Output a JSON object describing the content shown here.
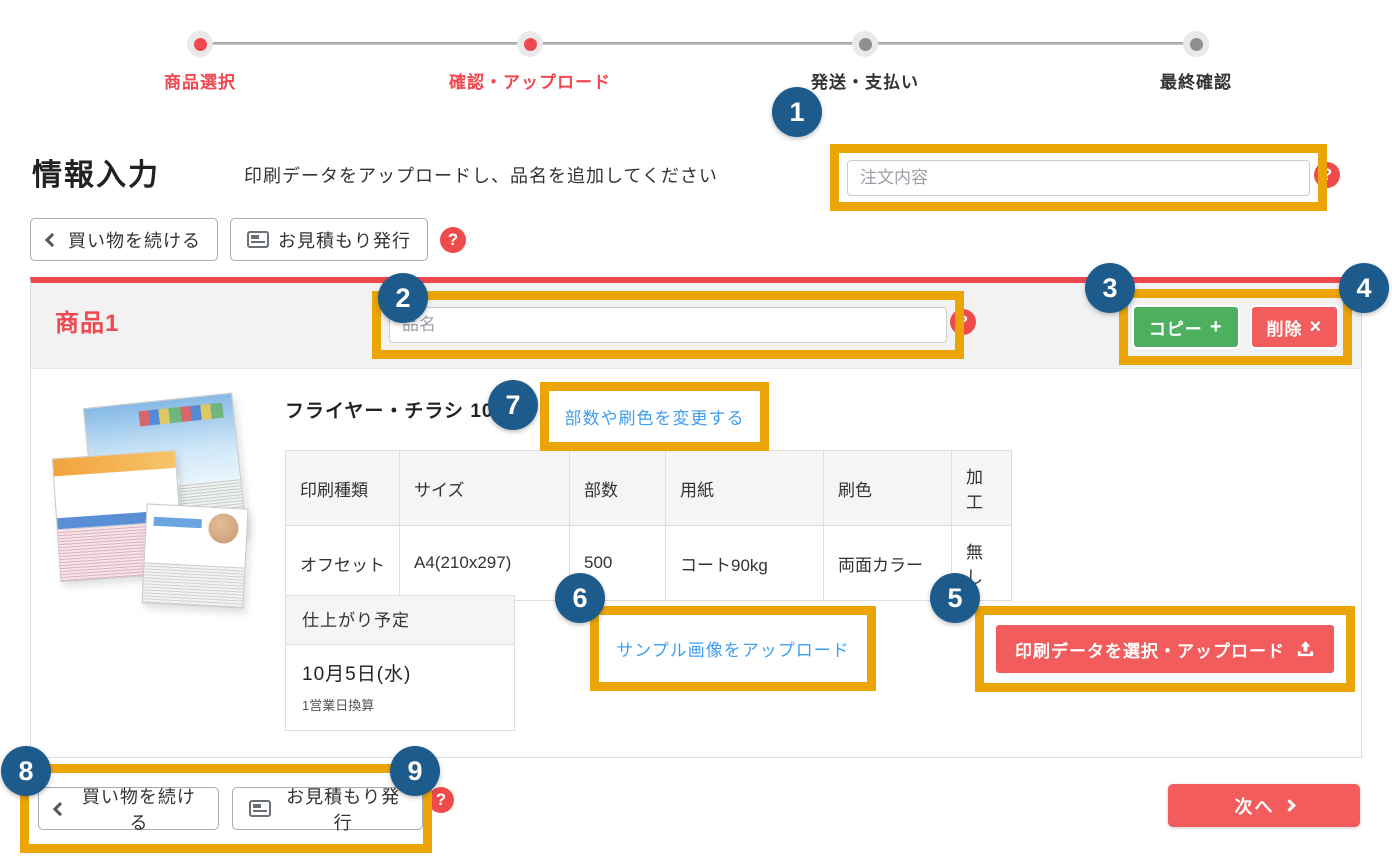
{
  "stepper": {
    "steps": [
      {
        "label": "商品選択",
        "state": "active"
      },
      {
        "label": "確認・アップロード",
        "state": "active"
      },
      {
        "label": "発送・支払い",
        "state": "inactive"
      },
      {
        "label": "最終確認",
        "state": "inactive"
      }
    ]
  },
  "header": {
    "title": "情報入力",
    "instruction": "印刷データをアップロードし、品名を追加してください",
    "order_placeholder": "注文内容"
  },
  "toolbar_top": {
    "continue_label": "買い物を続ける",
    "estimate_label": "お見積もり発行"
  },
  "product": {
    "section_title": "商品1",
    "name_placeholder": "品名",
    "copy_label": "コピー",
    "delete_label": "削除",
    "title": "フライヤー・チラシ 100枚",
    "change_link": "部数や刷色を変更する",
    "sample_link": "サンプル画像をアップロード",
    "upload_label": "印刷データを選択・アップロード",
    "table": {
      "headers": [
        "印刷種類",
        "サイズ",
        "部数",
        "用紙",
        "刷色",
        "加工"
      ],
      "row": [
        "オフセット",
        "A4(210x297)",
        "500",
        "コート90kg",
        "両面カラー",
        "無し"
      ]
    },
    "finish": {
      "title": "仕上がり予定",
      "date": "10月5日(水)",
      "note": "1営業日換算"
    }
  },
  "toolbar_bottom": {
    "continue_label": "買い物を続ける",
    "estimate_label": "お見積もり発行",
    "next_label": "次へ"
  },
  "annotations": [
    "1",
    "2",
    "3",
    "4",
    "5",
    "6",
    "7",
    "8",
    "9"
  ],
  "icons": {
    "help": "?",
    "plus": "+",
    "cross": "×"
  },
  "colors": {
    "accent_red": "#F0484F",
    "button_red": "#F25C5C",
    "green": "#4CB05E",
    "highlight_orange": "#EBA506",
    "badge_blue": "#1E5B8D",
    "link_blue": "#3E9FF0",
    "help_red": "#EF4B4B"
  }
}
